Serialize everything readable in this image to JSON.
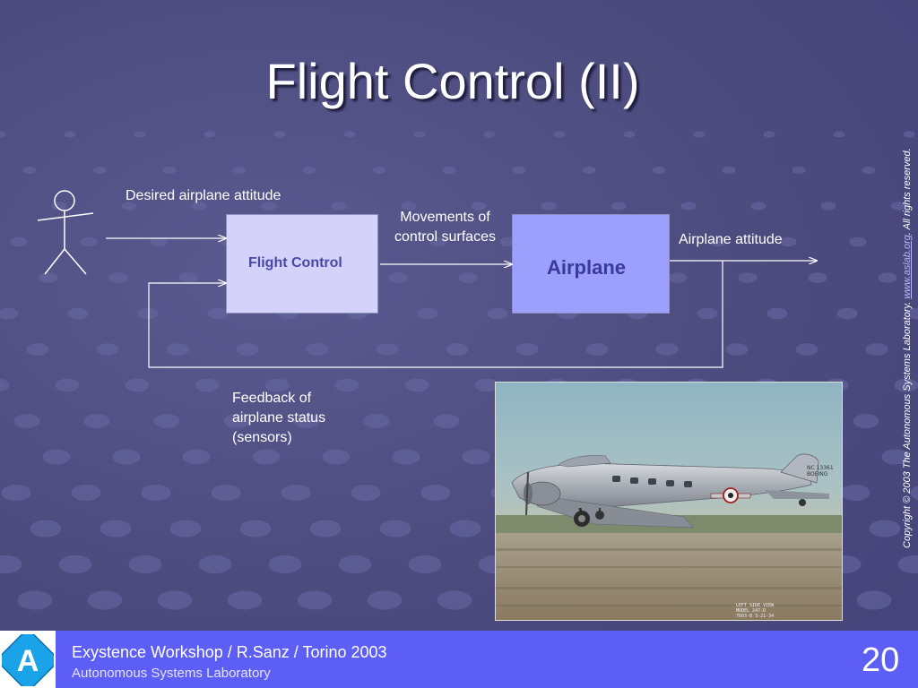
{
  "slide": {
    "title": "Flight Control (II)",
    "copyright_prefix": "Copyright © 2003 The Autonomous Systems Laboratory. ",
    "copyright_link": "www.aslab.org",
    "copyright_suffix": ". All rights reserved."
  },
  "diagram": {
    "desired_label": "Desired airplane attitude",
    "movements_label_line1": "Movements of",
    "movements_label_line2": "control surfaces",
    "output_label": "Airplane attitude",
    "feedback_line1": "Feedback of",
    "feedback_line2": "airplane status",
    "feedback_line3": "(sensors)",
    "box_flight_control": "Flight Control",
    "box_airplane": "Airplane"
  },
  "photo": {
    "caption_line1": "LEFT SIDE VIEW",
    "caption_line2": "MODEL 247-D",
    "caption_line3": "7603-B   3-21-34",
    "registration": "NC 13361",
    "tail_text": "BOEING"
  },
  "footer": {
    "line1": "Exystence Workshop / R.Sanz / Torino 2003",
    "line2": "Autonomous Systems Laboratory",
    "page_number": "20",
    "logo_letter": "A"
  },
  "colors": {
    "background": "#4b4a7c",
    "footer": "#5d5ef6",
    "flight_control_box": "#d4d2fa",
    "airplane_box": "#9c9ffc"
  }
}
